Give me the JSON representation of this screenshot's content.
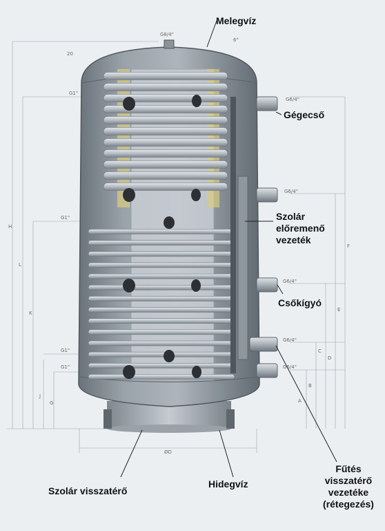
{
  "labels": {
    "melegviz": "Melegvíz",
    "gegcso": "Gégecső",
    "szolar_elore_1": "Szolár",
    "szolar_elore_2": "előremenő",
    "szolar_elore_3": "vezeték",
    "csokigyo": "Csőkígyó",
    "szolar_vissza": "Szolár visszatérő",
    "hidegviz": "Hidegvíz",
    "futes_1": "Fűtés",
    "futes_2": "visszatérő",
    "futes_3": "vezetéke",
    "futes_4": "(rétegezés)"
  },
  "dimensions": {
    "g_top": "G8/4\"",
    "g1_a": "G1\"",
    "g1_b": "G1\"",
    "g1_c": "G1\"",
    "g1_d": "G1\"",
    "g64_a": "G6/4\"",
    "g64_b": "G6/4\"",
    "g64_c": "G6/4\"",
    "g64_d": "G6/4\"",
    "g64_e": "G6/4\"",
    "h": "H",
    "l": "L",
    "k": "K",
    "j": "J",
    "g": "G",
    "f": "F",
    "e": "E",
    "d": "D",
    "c": "C",
    "b": "B",
    "a": "A",
    "diameter": "ØD",
    "top_h": "20",
    "angle": "6°"
  },
  "colors": {
    "tank": "#8d959d",
    "tank_dark": "#5d656d",
    "coil": "#b8bfc6",
    "background": "#eceff2"
  }
}
